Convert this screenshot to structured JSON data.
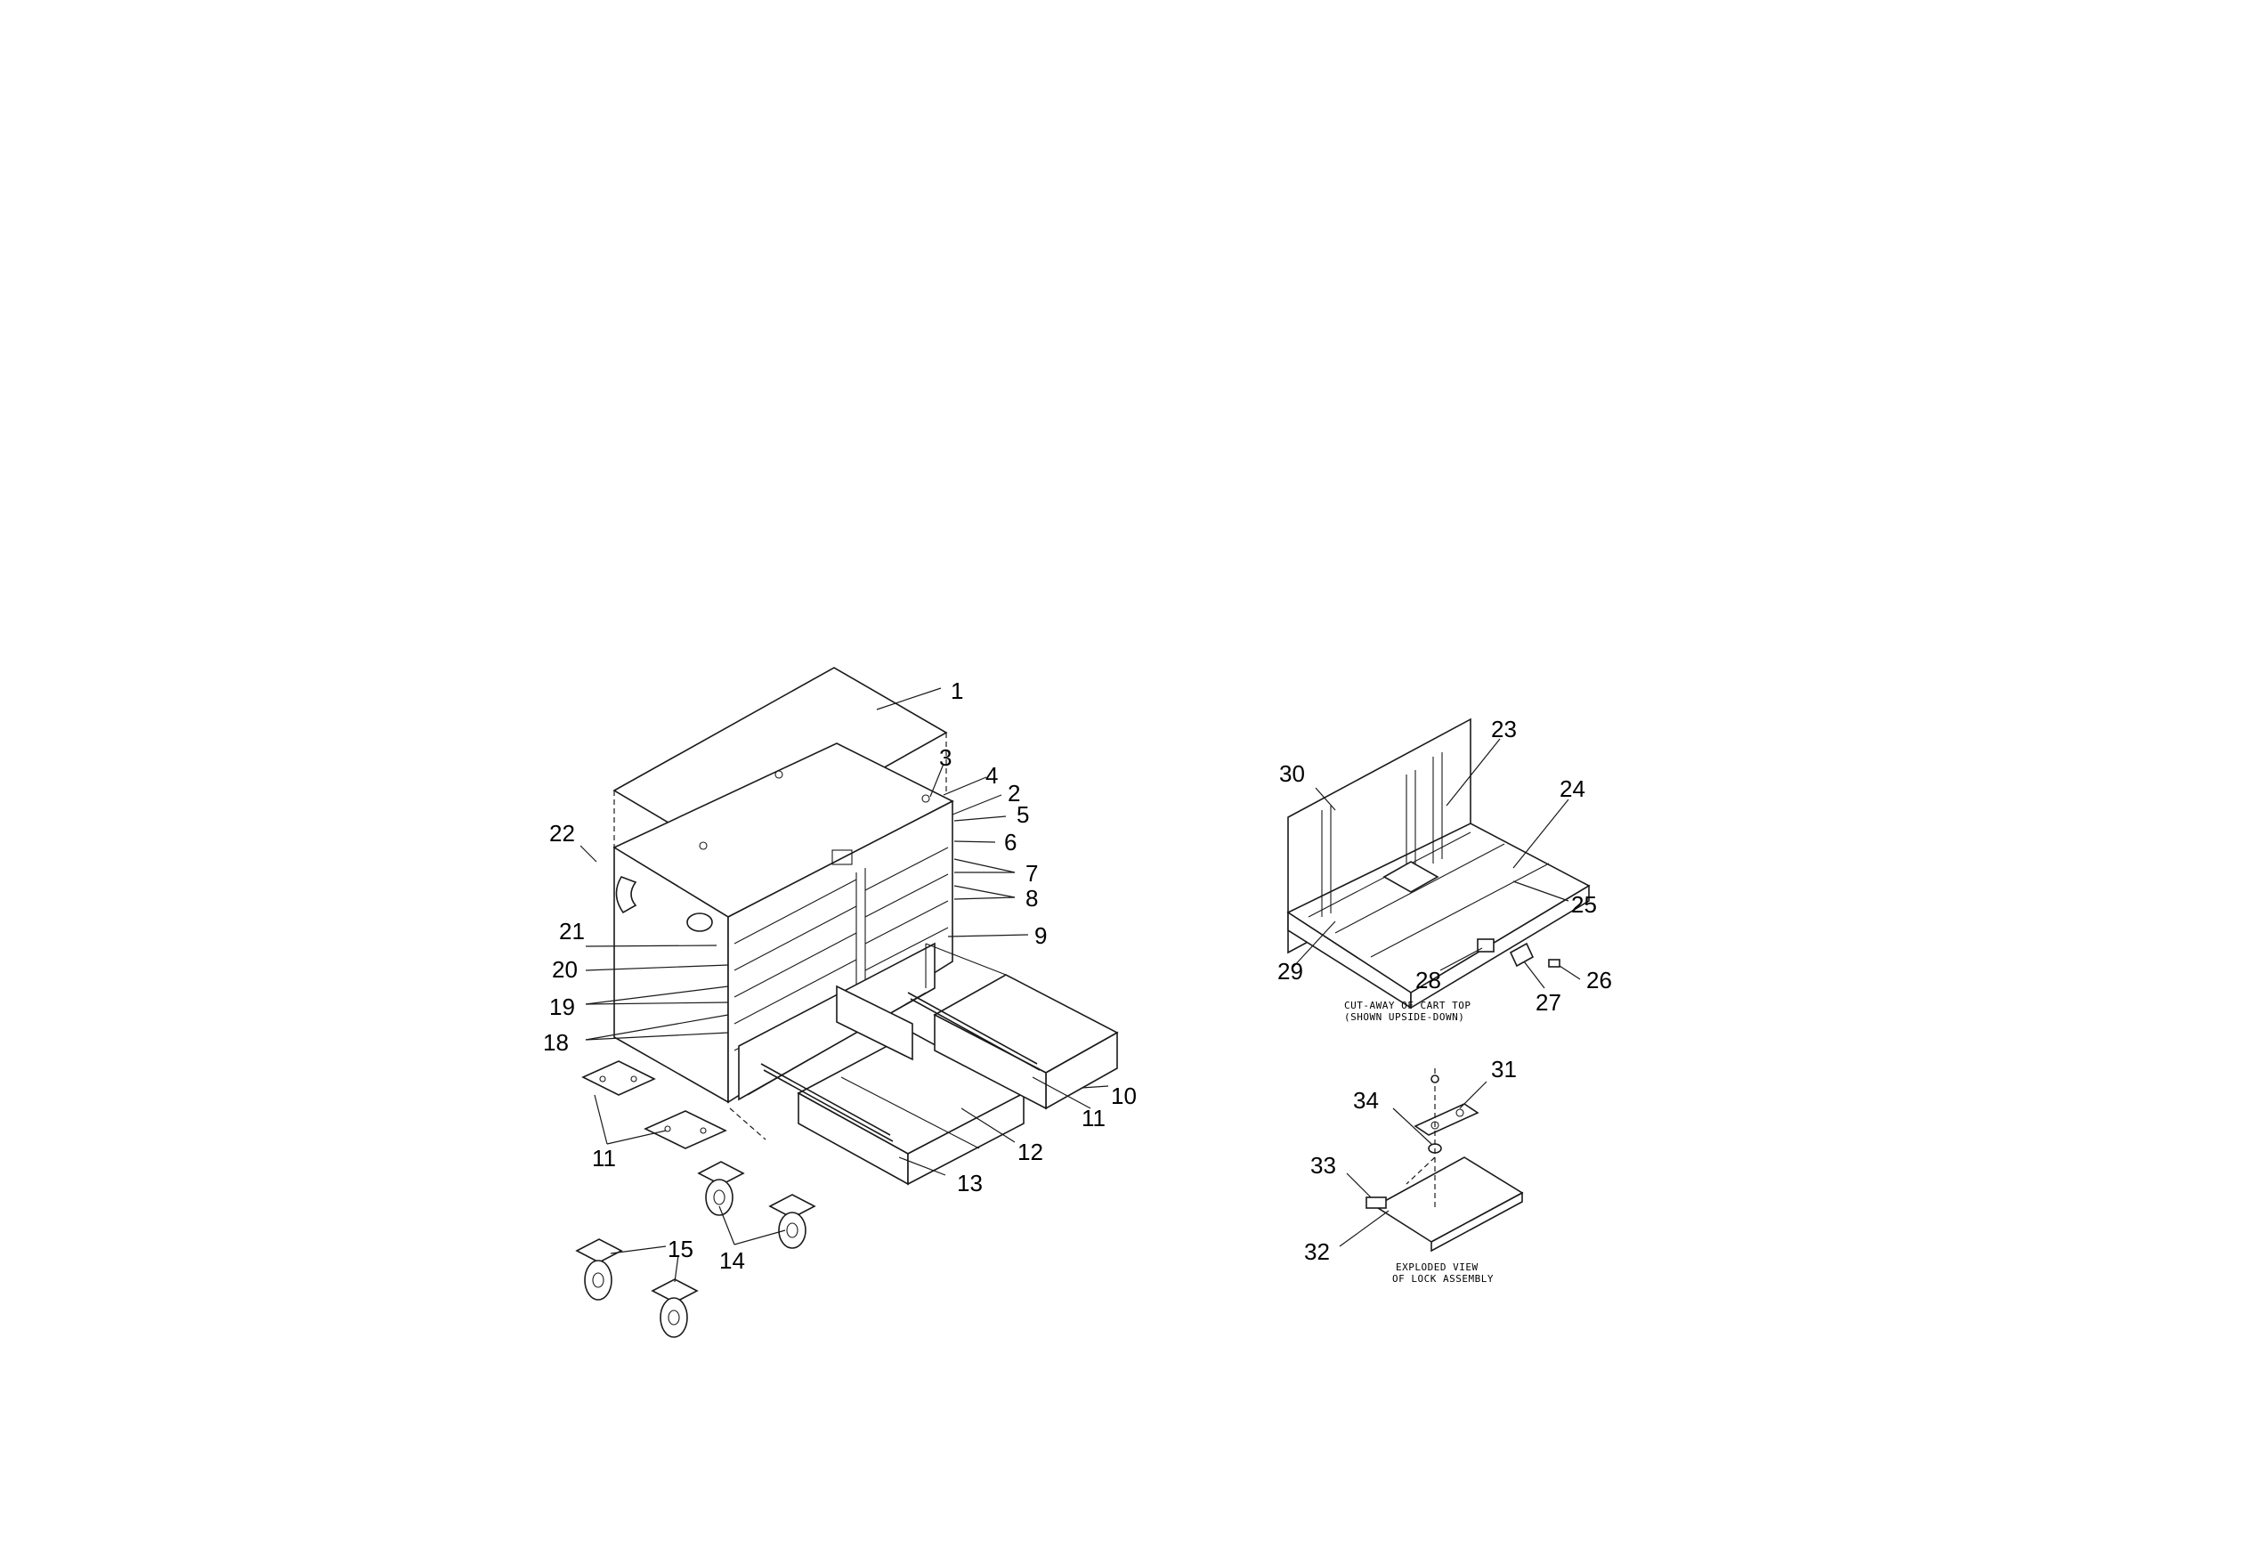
{
  "callouts": {
    "c1": "1",
    "c2": "2",
    "c3": "3",
    "c4": "4",
    "c5": "5",
    "c6": "6",
    "c7": "7",
    "c8": "8",
    "c9": "9",
    "c10": "10",
    "c11a": "11",
    "c11b": "11",
    "c12": "12",
    "c13": "13",
    "c14": "14",
    "c15": "15",
    "c18": "18",
    "c19": "19",
    "c20": "20",
    "c21": "21",
    "c22": "22",
    "c23": "23",
    "c24": "24",
    "c25": "25",
    "c26": "26",
    "c27": "27",
    "c28": "28",
    "c29": "29",
    "c30": "30",
    "c31": "31",
    "c32": "32",
    "c33": "33",
    "c34": "34"
  },
  "captions": {
    "cart_top_line1": "CUT-AWAY OF CART TOP",
    "cart_top_line2": "(SHOWN UPSIDE-DOWN)",
    "lock_line1": "EXPLODED VIEW",
    "lock_line2": "OF LOCK ASSEMBLY"
  }
}
